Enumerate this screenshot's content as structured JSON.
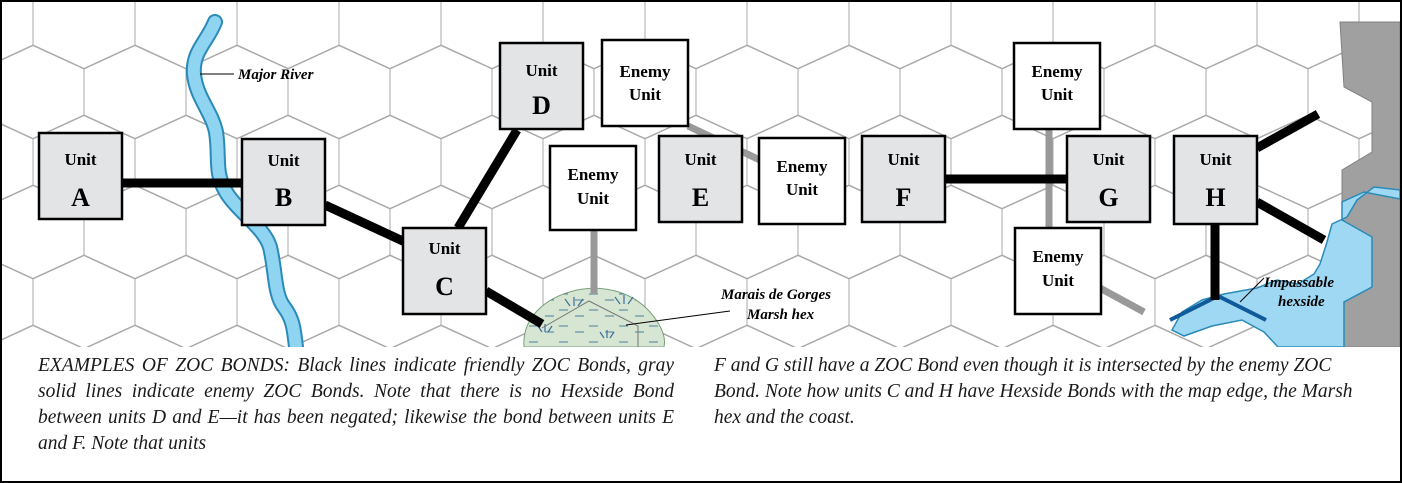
{
  "colors": {
    "friendly_unit_fill": "#e3e4e6",
    "enemy_unit_fill": "#ffffff",
    "friendly_bond": "#000000",
    "enemy_bond": "#999999",
    "river": "#8fd4f0",
    "river_edge": "#2a8ab8",
    "coast": "#9fd8f2",
    "map_edge": "#a0a0a0",
    "marsh": "#d6e6d2",
    "hex_grid": "#a8a8a8",
    "impassable_hexside": "#0e5a9a"
  },
  "units": [
    {
      "id": "A",
      "label": "Unit",
      "letter": "A"
    },
    {
      "id": "B",
      "label": "Unit",
      "letter": "B"
    },
    {
      "id": "C",
      "label": "Unit",
      "letter": "C"
    },
    {
      "id": "D",
      "label": "Unit",
      "letter": "D"
    },
    {
      "id": "E",
      "label": "Unit",
      "letter": "E"
    },
    {
      "id": "F",
      "label": "Unit",
      "letter": "F"
    },
    {
      "id": "G",
      "label": "Unit",
      "letter": "G"
    },
    {
      "id": "H",
      "label": "Unit",
      "letter": "H"
    }
  ],
  "enemy_label_line1": "Enemy",
  "enemy_label_line2": "Unit",
  "enemy_units_count": 5,
  "labels": {
    "major_river": "Major River",
    "marsh_line1": "Marais de Gorges",
    "marsh_line2": "Marsh hex",
    "impassable_line1": "Impassable",
    "impassable_line2": "hexside"
  },
  "caption_left": "EXAMPLES OF ZOC BONDS: Black lines indicate friendly ZOC Bonds, gray solid lines indicate enemy ZOC Bonds. Note that there is no Hexside Bond between units D and E—it has been negated; likewise the bond between units E and F. Note that units",
  "caption_right": "F and G still have a ZOC Bond even though it is intersected by the enemy ZOC Bond. Note how units C and H have Hexside Bonds with the map edge, the Marsh hex and the coast."
}
